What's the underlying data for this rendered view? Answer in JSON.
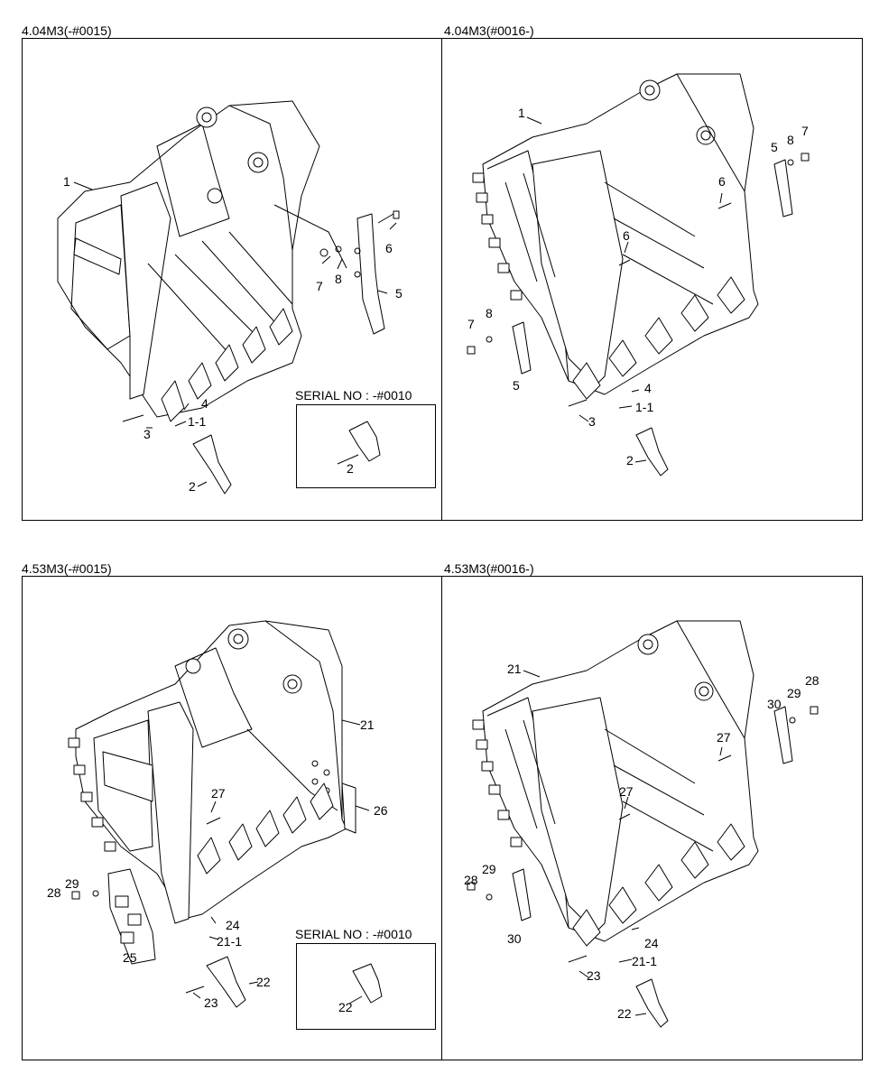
{
  "panels": [
    {
      "title": "4.04M3(-#0015)",
      "serial": "SERIAL NO : -#0010",
      "labels": [
        "1",
        "1-1",
        "2",
        "3",
        "4",
        "5",
        "6",
        "7",
        "8"
      ],
      "serial_part": "2"
    },
    {
      "title": "4.04M3(#0016-)",
      "labels": [
        "1",
        "1-1",
        "2",
        "3",
        "4",
        "5",
        "6",
        "6",
        "7",
        "8",
        "5",
        "7",
        "8"
      ]
    },
    {
      "title": "4.53M3(-#0015)",
      "serial": "SERIAL NO : -#0010",
      "labels": [
        "21",
        "21-1",
        "22",
        "23",
        "24",
        "25",
        "26",
        "27",
        "28",
        "29"
      ],
      "serial_part": "22"
    },
    {
      "title": "4.53M3(#0016-)",
      "labels": [
        "21",
        "21-1",
        "22",
        "23",
        "24",
        "27",
        "27",
        "28",
        "29",
        "30",
        "28",
        "29",
        "30"
      ]
    }
  ]
}
